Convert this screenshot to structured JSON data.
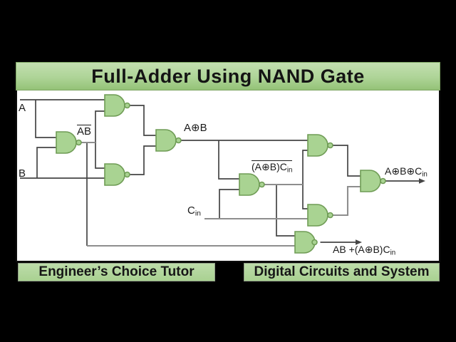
{
  "title": "Full-Adder Using NAND Gate",
  "footer": {
    "left_banner": "Engineer’s Choice Tutor",
    "right_banner": "Digital Circuits and System"
  },
  "diagram": {
    "input_a": "A",
    "input_b": "B",
    "nand_ab": "AB",
    "xor_ab": "A⊕B",
    "cin_base": "C",
    "cin_sub": "in",
    "n5_base": "(A⊕B)C",
    "n5_sub": "in",
    "sum_base": "A⊕B⊕C",
    "sum_sub": "in",
    "carry_base": "AB +(A⊕B)C",
    "carry_sub": "in"
  },
  "colors": {
    "background": "#000000",
    "panel": "#ffffff",
    "gate_fill": "#a9d392",
    "gate_stroke": "#6f9c55",
    "banner_green_top": "#c3dfb0",
    "banner_green_bottom": "#94c277",
    "footer_green": "#b2d79c",
    "wire_dark": "#454545",
    "wire_gray": "#8e8e8e",
    "text": "#1a1a1a"
  }
}
